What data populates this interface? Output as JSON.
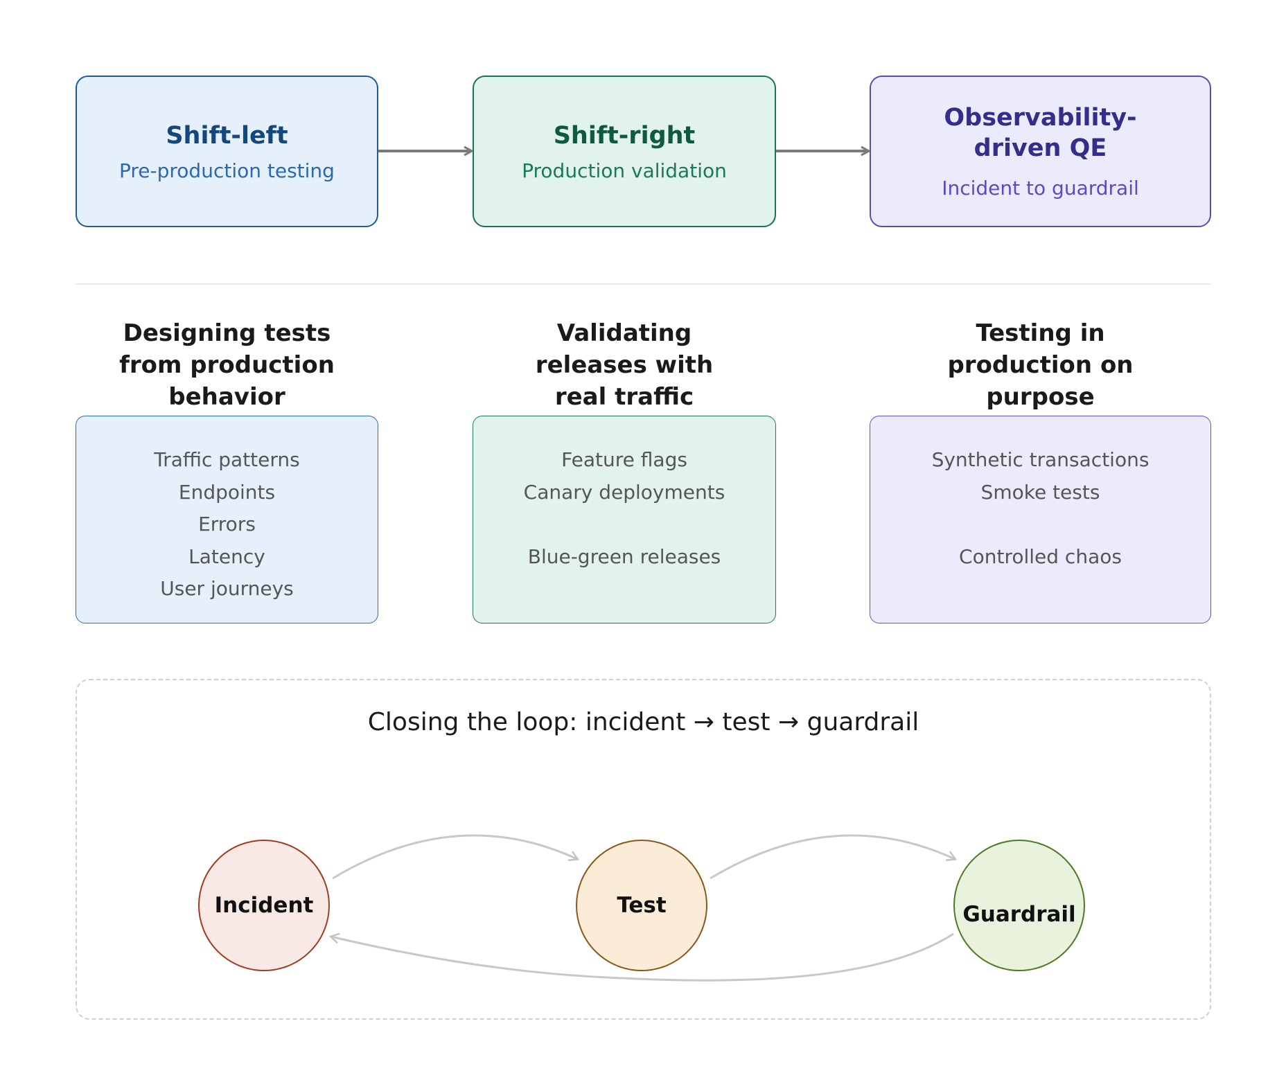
{
  "stages": [
    {
      "title": "Shift-left",
      "subtitle": "Pre-production testing"
    },
    {
      "title": "Shift-right",
      "subtitle": "Production validation"
    },
    {
      "title": "Observability-driven QE",
      "subtitle": "Incident to guardrail"
    }
  ],
  "sections": [
    {
      "heading": "Designing tests from production behavior",
      "items": [
        "Traffic patterns",
        "Endpoints",
        "Errors",
        "Latency",
        "User journeys"
      ]
    },
    {
      "heading": "Validating releases with real traffic",
      "items": [
        "Feature flags",
        "Canary deployments",
        "Blue-green releases"
      ]
    },
    {
      "heading": "Testing in production on purpose",
      "items": [
        "Synthetic transactions",
        "Smoke tests",
        "Controlled chaos"
      ]
    }
  ],
  "loop": {
    "title": "Closing the loop: incident → test → guardrail",
    "nodes": [
      "Incident",
      "Test",
      "Guardrail"
    ]
  },
  "colors": {
    "shift_left": "#1f5b97",
    "shift_right": "#14735a",
    "observability": "#5a4bb4",
    "incident": "#a23a22",
    "test": "#8a5718",
    "guardrail": "#4b7a22",
    "arrow": "#7a7a7a",
    "loop_arrow": "#c8c8c8"
  }
}
